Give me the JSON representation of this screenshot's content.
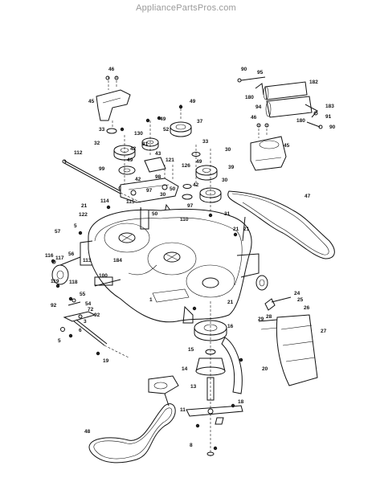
{
  "watermark": "AppliancePartsPros.com",
  "part_labels": [
    {
      "id": "lbl-46a",
      "text": "46"
    },
    {
      "id": "lbl-45a",
      "text": "45"
    },
    {
      "id": "lbl-33a",
      "text": "33"
    },
    {
      "id": "lbl-130",
      "text": "130"
    },
    {
      "id": "lbl-49a",
      "text": "49"
    },
    {
      "id": "lbl-52",
      "text": "52"
    },
    {
      "id": "lbl-49b",
      "text": "49"
    },
    {
      "id": "lbl-37",
      "text": "37"
    },
    {
      "id": "lbl-32",
      "text": "32"
    },
    {
      "id": "lbl-31a",
      "text": "31"
    },
    {
      "id": "lbl-42a",
      "text": "42"
    },
    {
      "id": "lbl-43",
      "text": "43"
    },
    {
      "id": "lbl-33b",
      "text": "33"
    },
    {
      "id": "lbl-30a",
      "text": "30"
    },
    {
      "id": "lbl-99",
      "text": "99"
    },
    {
      "id": "lbl-49c",
      "text": "49"
    },
    {
      "id": "lbl-121",
      "text": "121"
    },
    {
      "id": "lbl-126",
      "text": "126"
    },
    {
      "id": "lbl-49d",
      "text": "49"
    },
    {
      "id": "lbl-39",
      "text": "39"
    },
    {
      "id": "lbl-98",
      "text": "98"
    },
    {
      "id": "lbl-42b",
      "text": "42"
    },
    {
      "id": "lbl-42c",
      "text": "42"
    },
    {
      "id": "lbl-30b",
      "text": "30"
    },
    {
      "id": "lbl-112",
      "text": "112"
    },
    {
      "id": "lbl-97a",
      "text": "97"
    },
    {
      "id": "lbl-50a",
      "text": "50"
    },
    {
      "id": "lbl-30c",
      "text": "30"
    },
    {
      "id": "lbl-115",
      "text": "115"
    },
    {
      "id": "lbl-114",
      "text": "114"
    },
    {
      "id": "lbl-97b",
      "text": "97"
    },
    {
      "id": "lbl-21a",
      "text": "21"
    },
    {
      "id": "lbl-122",
      "text": "122"
    },
    {
      "id": "lbl-50b",
      "text": "50"
    },
    {
      "id": "lbl-31b",
      "text": "31"
    },
    {
      "id": "lbl-110",
      "text": "110"
    },
    {
      "id": "lbl-57",
      "text": "57"
    },
    {
      "id": "lbl-5a",
      "text": "5"
    },
    {
      "id": "lbl-21b",
      "text": "21"
    },
    {
      "id": "lbl-116",
      "text": "116"
    },
    {
      "id": "lbl-117",
      "text": "117"
    },
    {
      "id": "lbl-56",
      "text": "56"
    },
    {
      "id": "lbl-113",
      "text": "113"
    },
    {
      "id": "lbl-184",
      "text": "184"
    },
    {
      "id": "lbl-100",
      "text": "100"
    },
    {
      "id": "lbl-119",
      "text": "119"
    },
    {
      "id": "lbl-118",
      "text": "118"
    },
    {
      "id": "lbl-55",
      "text": "55"
    },
    {
      "id": "lbl-1",
      "text": "1"
    },
    {
      "id": "lbl-92a",
      "text": "92"
    },
    {
      "id": "lbl-54",
      "text": "54"
    },
    {
      "id": "lbl-72",
      "text": "72"
    },
    {
      "id": "lbl-92b",
      "text": "92"
    },
    {
      "id": "lbl-3",
      "text": "3"
    },
    {
      "id": "lbl-21c",
      "text": "21"
    },
    {
      "id": "lbl-24",
      "text": "24"
    },
    {
      "id": "lbl-25",
      "text": "25"
    },
    {
      "id": "lbl-26",
      "text": "26"
    },
    {
      "id": "lbl-29",
      "text": "29"
    },
    {
      "id": "lbl-28",
      "text": "28"
    },
    {
      "id": "lbl-27",
      "text": "27"
    },
    {
      "id": "lbl-6",
      "text": "6"
    },
    {
      "id": "lbl-5b",
      "text": "5"
    },
    {
      "id": "lbl-16",
      "text": "16"
    },
    {
      "id": "lbl-15",
      "text": "15"
    },
    {
      "id": "lbl-19",
      "text": "19"
    },
    {
      "id": "lbl-20",
      "text": "20"
    },
    {
      "id": "lbl-14",
      "text": "14"
    },
    {
      "id": "lbl-13",
      "text": "13"
    },
    {
      "id": "lbl-18",
      "text": "18"
    },
    {
      "id": "lbl-11",
      "text": "11"
    },
    {
      "id": "lbl-48",
      "text": "48"
    },
    {
      "id": "lbl-8",
      "text": "8"
    },
    {
      "id": "lbl-47",
      "text": "47"
    },
    {
      "id": "lbl-21d",
      "text": "21"
    },
    {
      "id": "lbl-90a",
      "text": "90"
    },
    {
      "id": "lbl-95",
      "text": "95"
    },
    {
      "id": "lbl-182",
      "text": "182"
    },
    {
      "id": "lbl-180a",
      "text": "180"
    },
    {
      "id": "lbl-94",
      "text": "94"
    },
    {
      "id": "lbl-183",
      "text": "183"
    },
    {
      "id": "lbl-180b",
      "text": "180"
    },
    {
      "id": "lbl-91",
      "text": "91"
    },
    {
      "id": "lbl-90b",
      "text": "90"
    },
    {
      "id": "lbl-46b",
      "text": "46"
    },
    {
      "id": "lbl-45b",
      "text": "45"
    }
  ]
}
